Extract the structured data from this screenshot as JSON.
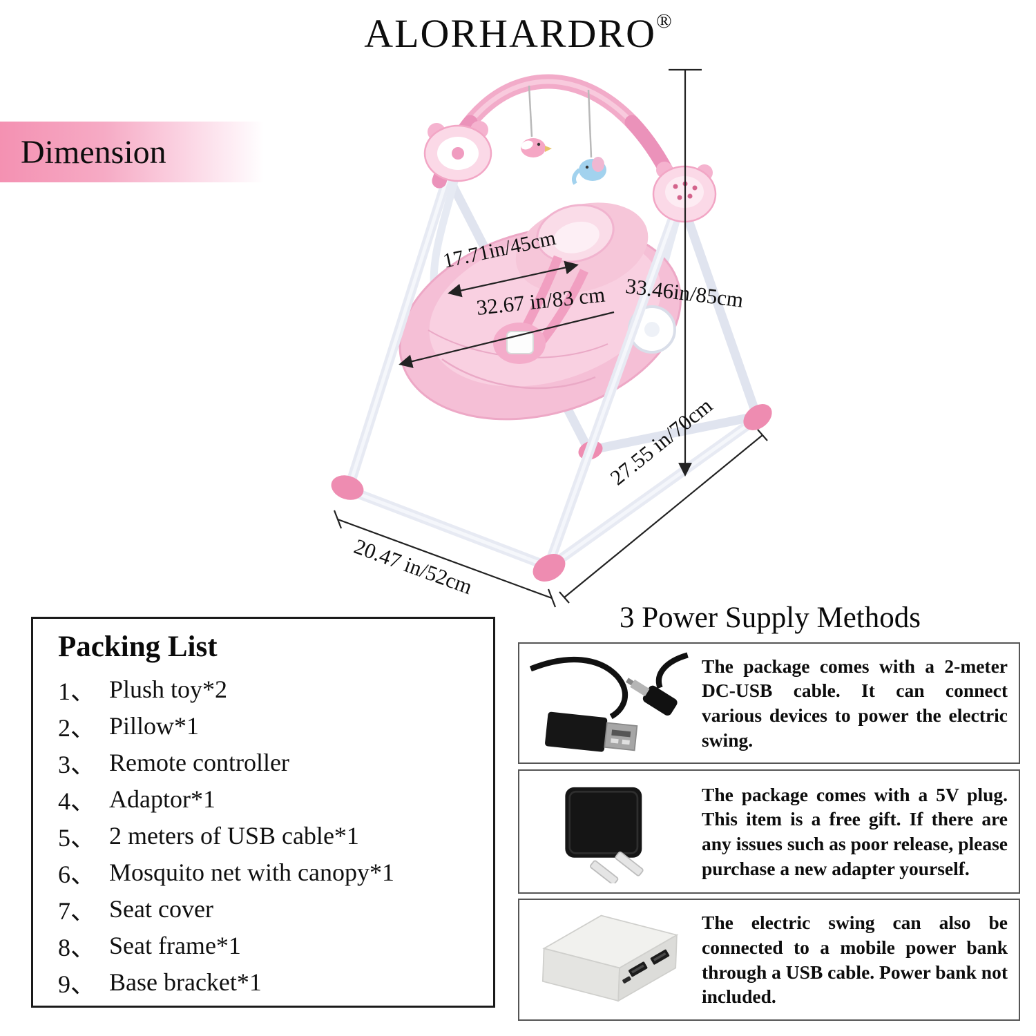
{
  "brand": {
    "name": "ALORHARDRO",
    "mark": "®"
  },
  "dimension_banner": "Dimension",
  "dimensions": {
    "seat_width": "17.71in/45cm",
    "seat_depth": "32.67 in/83 cm",
    "height": "33.46in/85cm",
    "base_width": "20.47 in/52cm",
    "base_depth": "27.55 in/70cm"
  },
  "packing_list": {
    "title": "Packing List",
    "items": [
      {
        "num": "1、",
        "label": "Plush toy*2"
      },
      {
        "num": "2、",
        "label": "Pillow*1"
      },
      {
        "num": "3、",
        "label": "Remote controller"
      },
      {
        "num": "4、",
        "label": "Adaptor*1"
      },
      {
        "num": "5、",
        "label": "2 meters of USB cable*1"
      },
      {
        "num": "6、",
        "label": "Mosquito net with canopy*1"
      },
      {
        "num": "7、",
        "label": "Seat cover"
      },
      {
        "num": "8、",
        "label": "Seat frame*1"
      },
      {
        "num": "9、",
        "label": "Base bracket*1"
      }
    ]
  },
  "power_supply": {
    "title": "3 Power Supply Methods",
    "methods": [
      {
        "icon": "usb-dc-cable-icon",
        "text": "The package comes with a 2-meter DC-USB cable. It can connect various devices to power the electric swing."
      },
      {
        "icon": "power-adapter-icon",
        "text": "The package comes with a 5V plug. This item is a free gift. If there are any issues such as poor release, please purchase a new adapter yourself."
      },
      {
        "icon": "power-bank-icon",
        "text": "The electric swing can also be connected to a mobile power bank through a USB cable. Power bank not included."
      }
    ]
  },
  "colors": {
    "banner_pink": "#f491b2",
    "seat_pink": "#f5bfd6",
    "accent_pink": "#ee8cb1",
    "toy_blue": "#a2d2ee",
    "frame_white": "#e9ecf4",
    "line_black": "#222222"
  }
}
